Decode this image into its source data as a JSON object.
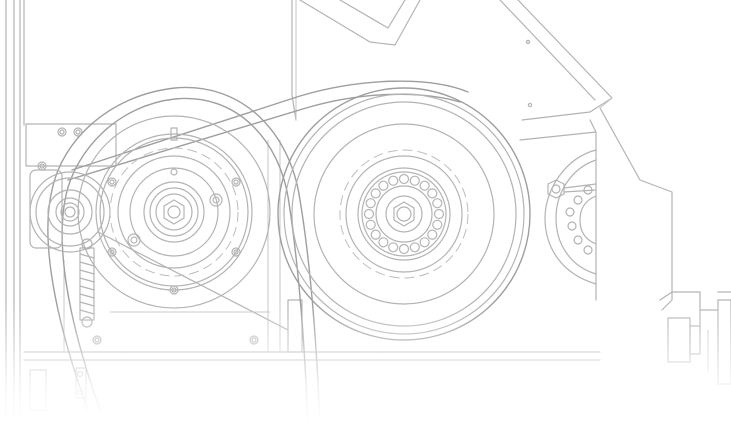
{
  "illustration": {
    "kind": "belt-drive-mechanism",
    "stroke_color": "#b3b3b3",
    "background_color": "#ffffff",
    "parts": [
      "frame",
      "drive-belt",
      "idler-pulley",
      "tension-spring",
      "driven-pulley",
      "large-flywheel",
      "bearing-ring",
      "right-pulley",
      "hopper-chute",
      "right-housing"
    ]
  }
}
